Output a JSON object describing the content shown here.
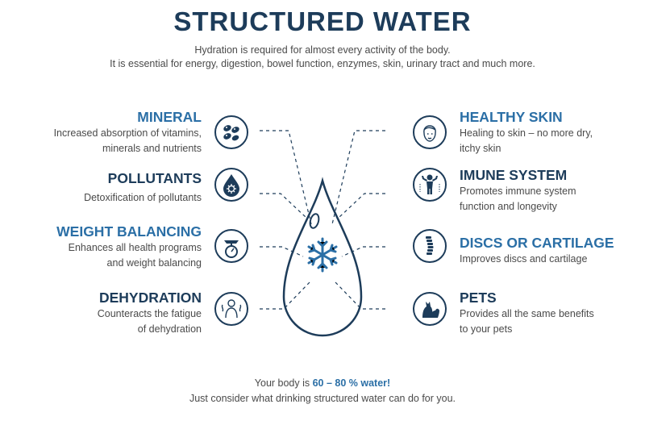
{
  "header": {
    "title": "STRUCTURED WATER",
    "subtitle_line1": "Hydration is required for almost every activity of the body.",
    "subtitle_line2": "It is essential for energy, digestion, bowel function, enzymes, skin, urinary tract and much more."
  },
  "left_items": [
    {
      "title": "MINERAL",
      "desc_line1": "Increased absorption of vitamins,",
      "desc_line2": "minerals and nutrients",
      "icon": "seeds-icon"
    },
    {
      "title": "POLLUTANTS",
      "desc_line1": "Detoxification of pollutants",
      "desc_line2": "",
      "icon": "drop-virus-icon"
    },
    {
      "title": "WEIGHT BALANCING",
      "desc_line1": "Enhances all health programs",
      "desc_line2": "and weight balancing",
      "icon": "scale-icon"
    },
    {
      "title": "DEHYDRATION",
      "desc_line1": "Counteracts the fatigue",
      "desc_line2": "of dehydration",
      "icon": "tired-person-icon"
    }
  ],
  "right_items": [
    {
      "title": "HEALTHY SKIN",
      "desc_line1": "Healing to skin – no more dry,",
      "desc_line2": "itchy skin",
      "icon": "face-icon"
    },
    {
      "title": "IMUNE SYSTEM",
      "desc_line1": "Promotes immune system",
      "desc_line2": "function and longevity",
      "icon": "strong-person-icon"
    },
    {
      "title": "DISCS OR CARTILAGE",
      "desc_line1": "Improves discs and cartilage",
      "desc_line2": "",
      "icon": "spine-icon"
    },
    {
      "title": "PETS",
      "desc_line1": "Provides all the same benefits",
      "desc_line2": "to your pets",
      "icon": "pets-icon"
    }
  ],
  "center": {
    "icon": "water-drop-snowflake-icon"
  },
  "footer": {
    "line1_prefix": "Your body is ",
    "line1_highlight": "60 – 80 % water!",
    "line2": "Just consider what drinking structured water can do for you."
  },
  "colors": {
    "dark_blue": "#1d3c5a",
    "accent_blue": "#2b6fa6",
    "text_gray": "#4a4a4a"
  }
}
